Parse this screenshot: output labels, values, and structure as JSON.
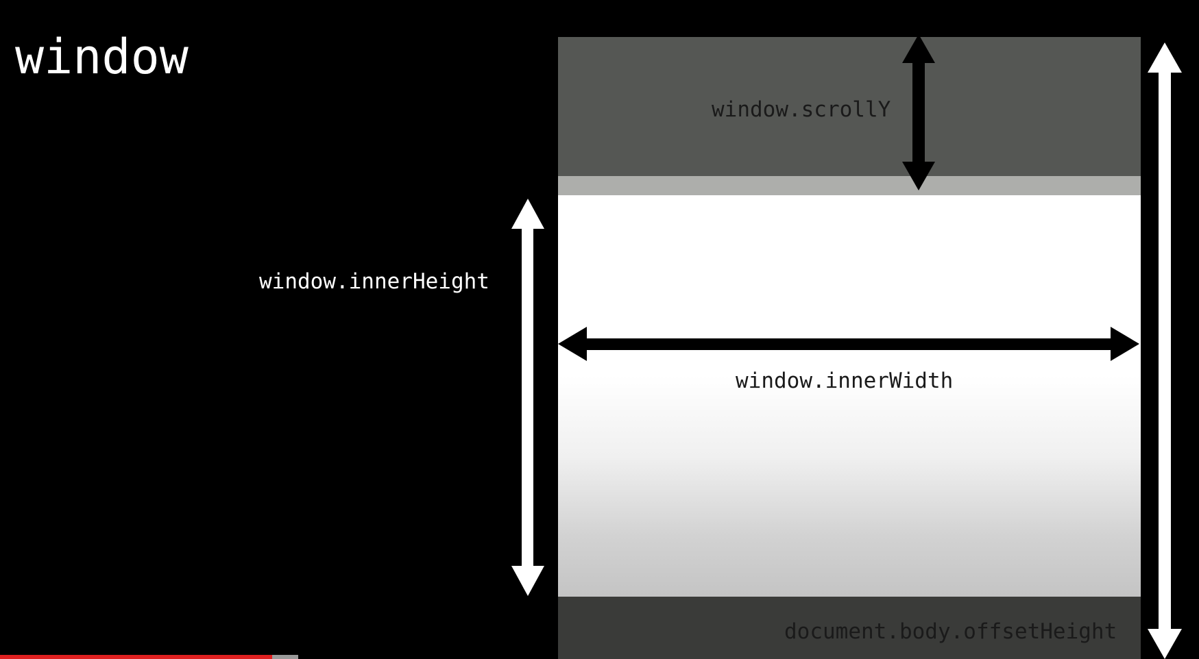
{
  "title": "window",
  "labels": {
    "scroll_y": "window.scrollY",
    "inner_height": "window.innerHeight",
    "inner_width": "window.innerWidth",
    "body_offset_height": "document.body.offsetHeight"
  },
  "colors": {
    "background": "#000000",
    "scrolled_region": "#555754",
    "viewport_edge": "#adaeab",
    "viewport": "#ffffff",
    "below_region": "#3a3b39",
    "arrow_light": "#ffffff",
    "arrow_dark": "#000000",
    "progress_played": "#e02020"
  },
  "video_progress": {
    "played_fraction": 0.227
  }
}
